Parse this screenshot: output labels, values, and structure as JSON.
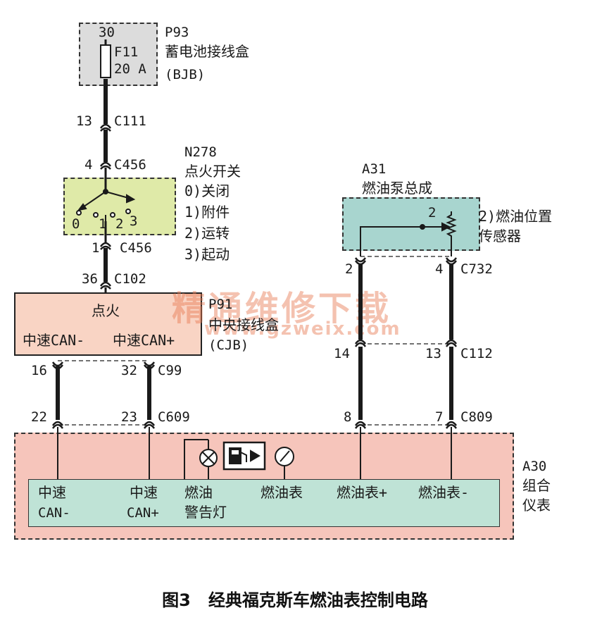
{
  "colors": {
    "battery_box_bg": "#dcdcdc",
    "ignition_box_bg": "#dfeaa8",
    "cjb_box_bg": "#f9d4c4",
    "pump_box_bg": "#a8d5cf",
    "cluster_outer_bg": "#f6c5bb",
    "cluster_inner_bg": "#bfe3d6",
    "wire": "#1a1a1a",
    "watermark": "#e07850"
  },
  "battery": {
    "terminal": "30",
    "fuse": "F11",
    "rating": "20 A",
    "id": "P93",
    "name": "蓄电池接线盒",
    "abbr": "(BJB)"
  },
  "c111": {
    "pin": "13",
    "conn": "C111"
  },
  "c456_in": {
    "pin": "4",
    "conn": "C456"
  },
  "ignition": {
    "id": "N278",
    "name": "点火开关",
    "pos0": "0)关闭",
    "pos1": "1)附件",
    "pos2": "2)运转",
    "pos3": "3)起动",
    "contact_labels": [
      "0",
      "1",
      "2",
      "3"
    ]
  },
  "c456_out": {
    "pin": "1",
    "conn": "C456"
  },
  "c102": {
    "pin": "36",
    "conn": "C102"
  },
  "cjb": {
    "top_label": "点火",
    "id": "P91",
    "name": "中央接线盒",
    "abbr": "(CJB)",
    "can_minus": "中速CAN-",
    "can_plus": "中速CAN+"
  },
  "cjb_conn": {
    "pin_left": "16",
    "pin_right": "32",
    "conn": "C99"
  },
  "c609": {
    "pin_left": "22",
    "pin_right": "23",
    "conn": "C609"
  },
  "pump": {
    "id": "A31",
    "name": "燃油泵总成",
    "sensor_pin": "2",
    "sensor_label_1": "2)燃油位置",
    "sensor_label_2": "传感器"
  },
  "c732": {
    "pin_left": "2",
    "pin_right": "4",
    "conn": "C732"
  },
  "c112": {
    "pin_left": "14",
    "pin_right": "13",
    "conn": "C112"
  },
  "c809": {
    "pin_left": "8",
    "pin_right": "7",
    "conn": "C809"
  },
  "cluster": {
    "id": "A30",
    "name_1": "组合",
    "name_2": "仪表",
    "t1_a": "中速",
    "t1_b": "CAN-",
    "t2_a": "中速",
    "t2_b": "CAN+",
    "t3_a": "燃油",
    "t3_b": "警告灯",
    "t4": "燃油表",
    "t5": "燃油表+",
    "t6": "燃油表-"
  },
  "watermark": {
    "line1": "精通维修下载",
    "line2": "www.gzweix.com"
  },
  "caption": "图3   经典福克斯车燃油表控制电路"
}
